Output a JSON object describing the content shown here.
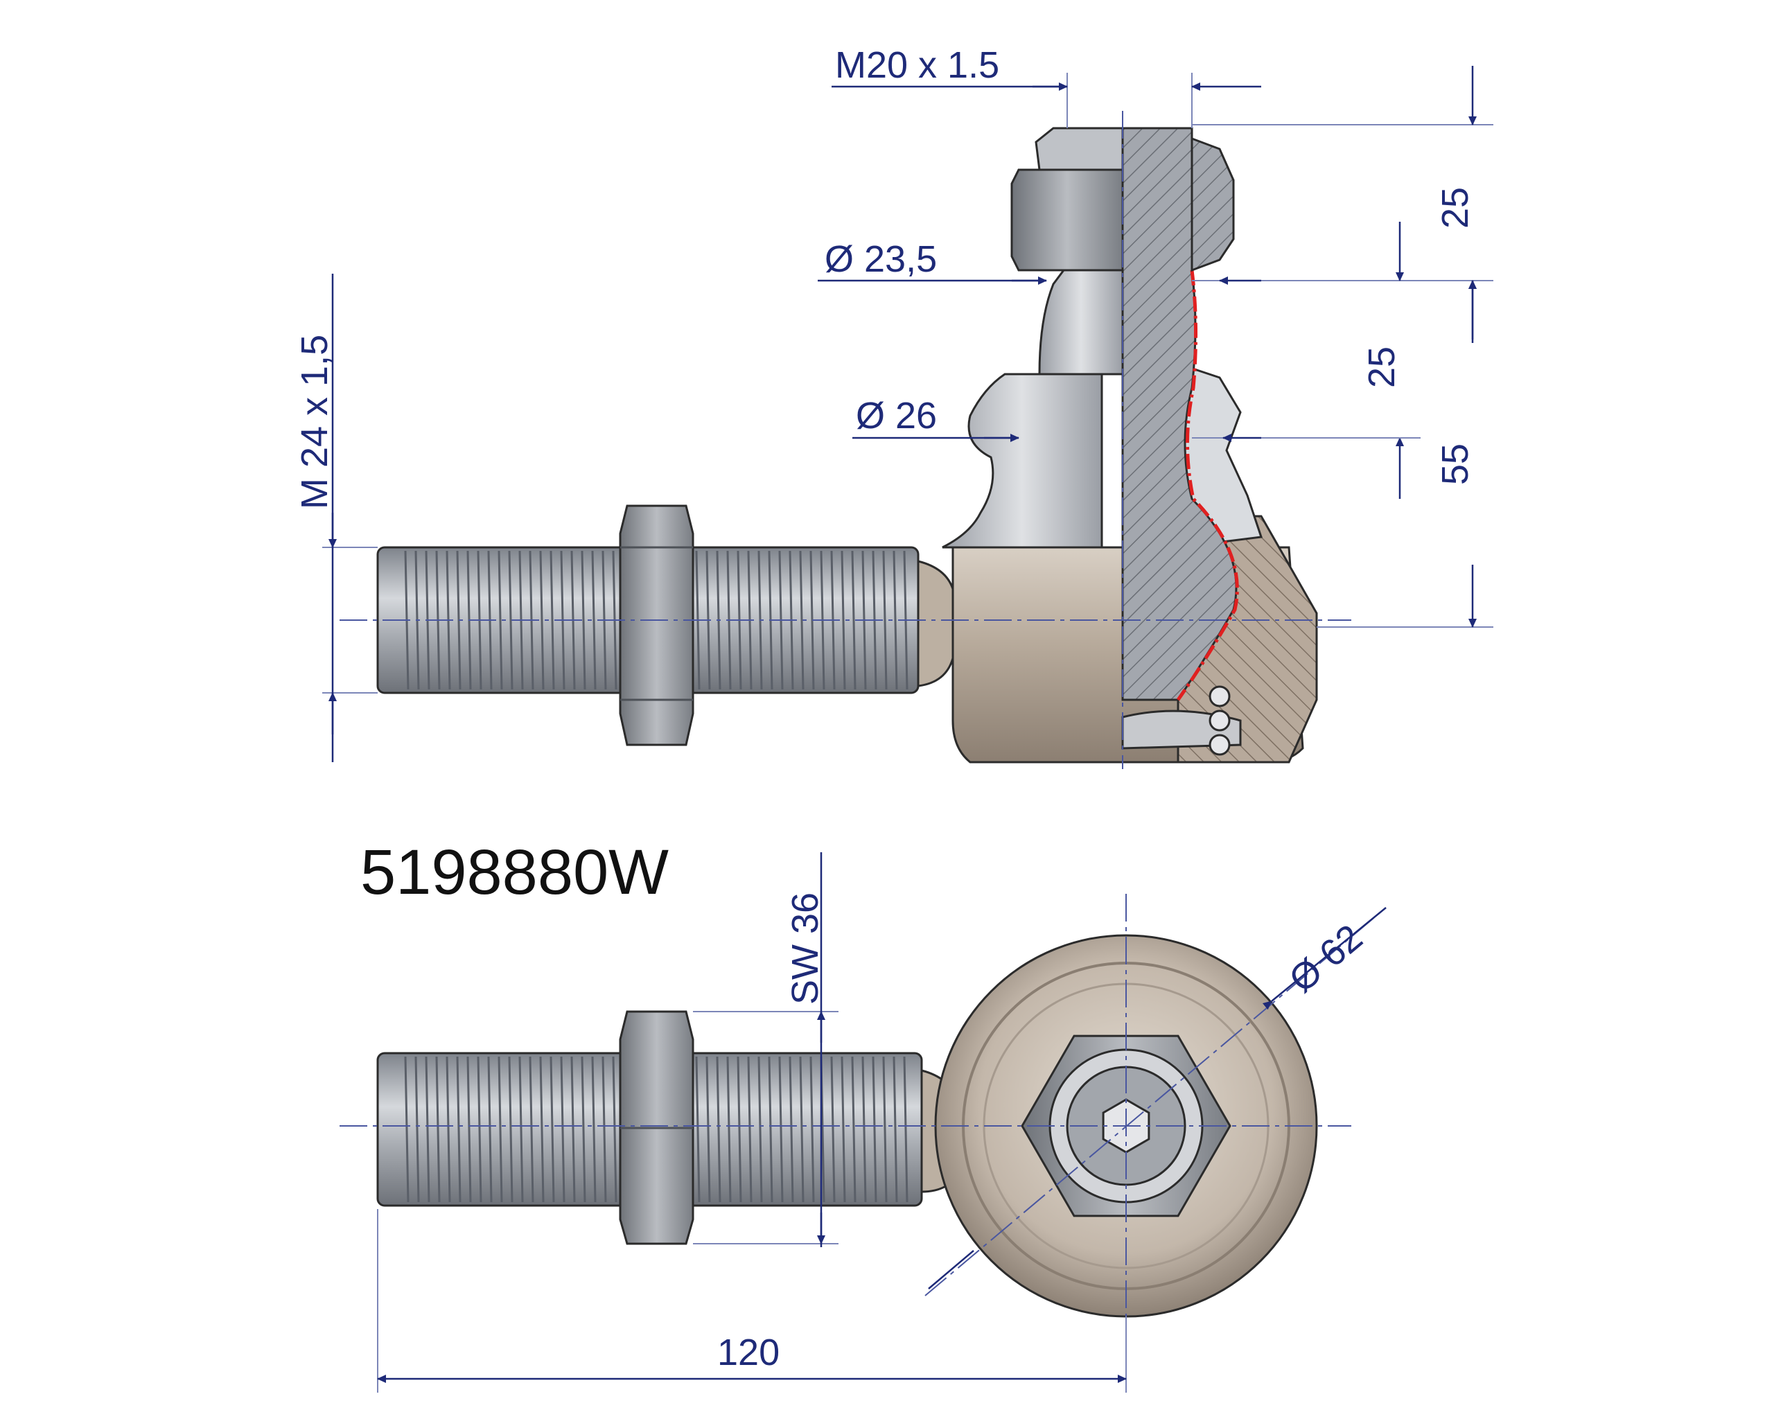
{
  "part_number": "5198880W",
  "dimensions": {
    "top_thread": "M20 x 1.5",
    "pin_diameter": "Ø 23,5",
    "boot_diameter": "Ø 26",
    "body_thread": "M 24 x 1,5",
    "nut_height": "25",
    "cone_height": "25",
    "ball_height": "55",
    "wrench_size": "SW 36",
    "eye_diameter": "Ø 62",
    "total_length": "120"
  },
  "colors": {
    "dimension": "#1e2a78",
    "section_mark": "#e02020",
    "steel": "#a8adb5",
    "housing": "#b5a899"
  }
}
